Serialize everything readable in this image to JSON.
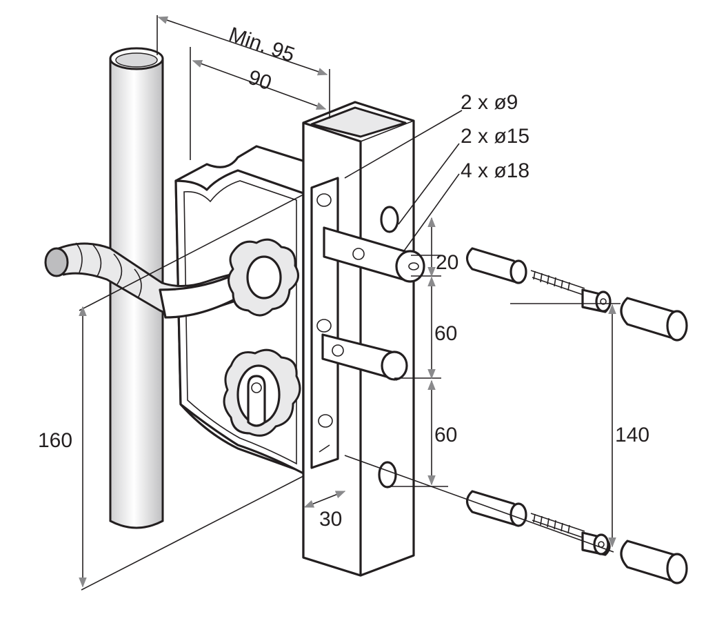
{
  "dimensions": {
    "min_depth": "Min. 95",
    "depth": "90",
    "upper_spacing": "20",
    "spacing_a": "60",
    "spacing_b": "60",
    "handle_height": "160",
    "post_width": "30",
    "bolt_spacing": "140"
  },
  "holes": {
    "h9": "2 x ø9",
    "h15": "2 x ø15",
    "h18": "4 x ø18"
  },
  "colors": {
    "line": "#231f20",
    "arrow": "#8a8a8c",
    "tube_shade": "#e9e9ea"
  }
}
